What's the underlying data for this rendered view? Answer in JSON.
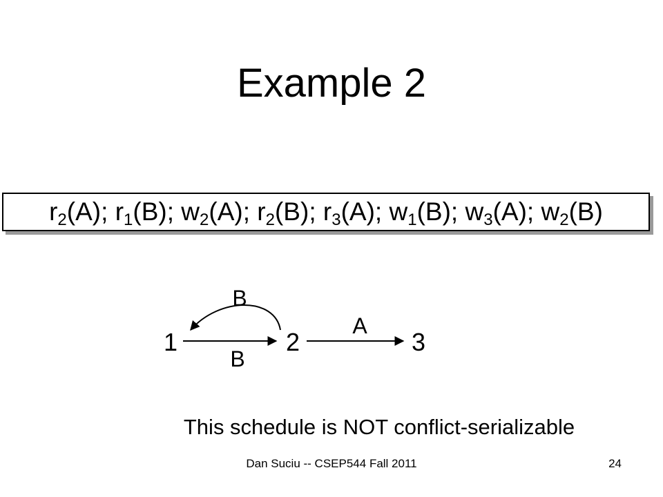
{
  "slide": {
    "title": "Example 2",
    "conclusion": "This schedule is NOT conflict-serializable",
    "footer": {
      "credit": "Dan Suciu -- CSEP544 Fall 2011",
      "page": "24"
    }
  },
  "schedule": {
    "separator": "; ",
    "ops": [
      {
        "op": "r",
        "txn": "2",
        "item": "A"
      },
      {
        "op": "r",
        "txn": "1",
        "item": "B"
      },
      {
        "op": "w",
        "txn": "2",
        "item": "A"
      },
      {
        "op": "r",
        "txn": "2",
        "item": "B"
      },
      {
        "op": "r",
        "txn": "3",
        "item": "A"
      },
      {
        "op": "w",
        "txn": "1",
        "item": "B"
      },
      {
        "op": "w",
        "txn": "3",
        "item": "A"
      },
      {
        "op": "w",
        "txn": "2",
        "item": "B"
      }
    ]
  },
  "graph": {
    "nodes": [
      {
        "id": "1",
        "label": "1"
      },
      {
        "id": "2",
        "label": "2"
      },
      {
        "id": "3",
        "label": "3"
      }
    ],
    "edges": [
      {
        "from": "2",
        "to": "1",
        "label": "B",
        "curved": true
      },
      {
        "from": "1",
        "to": "2",
        "label": "B",
        "curved": false
      },
      {
        "from": "2",
        "to": "3",
        "label": "A",
        "curved": false
      }
    ]
  }
}
